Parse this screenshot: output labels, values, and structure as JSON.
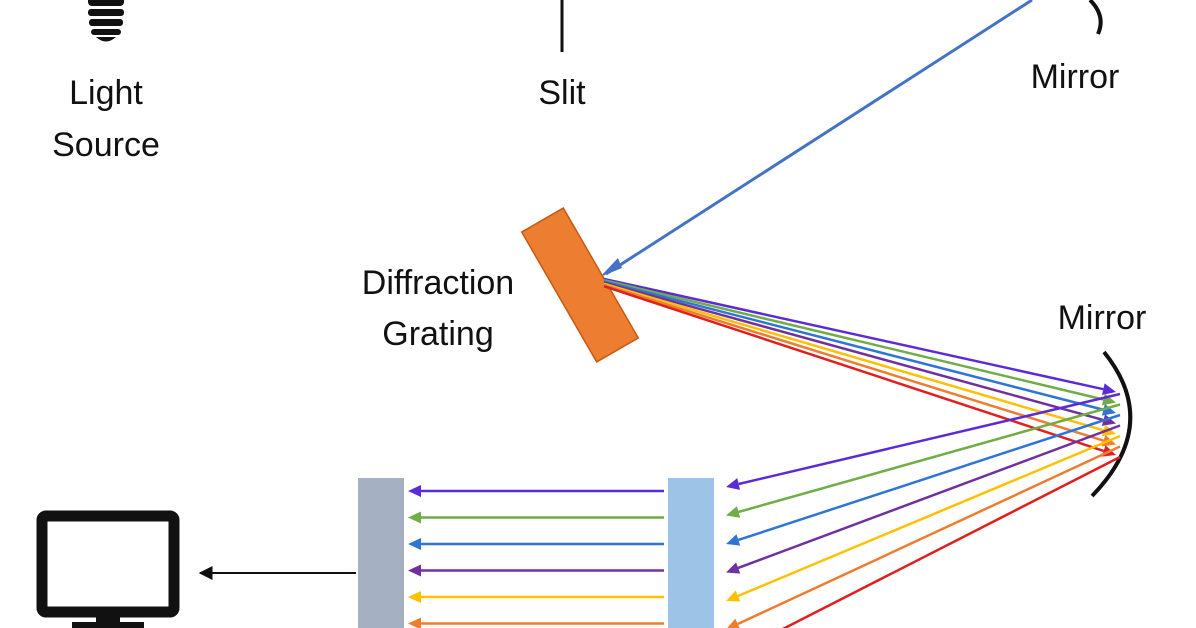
{
  "labels": {
    "light_source_line1": "Light",
    "light_source_line2": "Source",
    "slit": "Slit",
    "mirror_top": "Mirror",
    "grating_line1": "Diffraction",
    "grating_line2": "Grating",
    "mirror_right": "Mirror"
  },
  "colors": {
    "background": "#ffffff",
    "line": "#111111",
    "incident_beam": "#4472c4",
    "grating": "#ed7d31",
    "grating_border": "#c55a11",
    "sample_left": "#a5b1c2",
    "sample_right": "#9dc3e6",
    "spectrum": [
      "#5b2cd6",
      "#70ad47",
      "#2e75d6",
      "#7030a0",
      "#ffc000",
      "#ed7d31",
      "#e02020"
    ]
  },
  "icons": {
    "light_source": "light-bulb-icon",
    "detector": "computer-monitor-icon"
  }
}
